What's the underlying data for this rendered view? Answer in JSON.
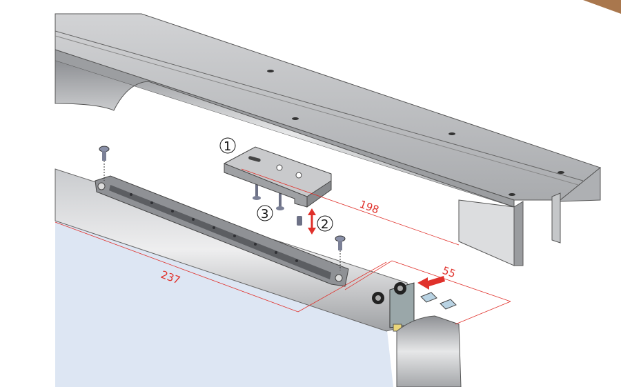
{
  "callouts": {
    "one": "1",
    "two": "2",
    "three": "3"
  },
  "dimensions": {
    "bracket_distance": "198",
    "damper_distance": "237",
    "roller_distance": "55"
  },
  "colors": {
    "dimension": "#e0312b",
    "door_panel": "#dde6f3",
    "metal": "#b5b7ba"
  }
}
